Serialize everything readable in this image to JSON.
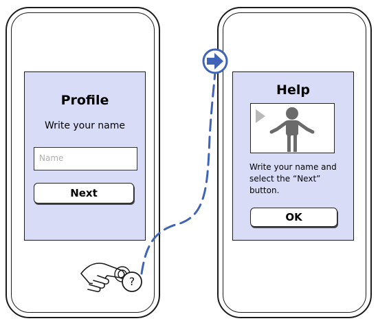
{
  "left_screen": {
    "title": "Profile",
    "subtitle": "Write your name",
    "name_placeholder": "Name",
    "next_button": "Next"
  },
  "right_screen": {
    "title": "Help",
    "help_text_line1": "Write your name and",
    "help_text_line2": "select the “Next”",
    "help_text_line3": "button.",
    "ok_button": "OK"
  },
  "help_button_glyph": "?",
  "icons": {
    "play": "play-icon",
    "person": "person-shrug-icon",
    "arrow": "arrow-right-circle-icon",
    "hand": "hand-tap-icon",
    "help": "help-circle-icon"
  },
  "colors": {
    "screen_bg": "#d8dcf7",
    "accent_blue": "#3f63b8",
    "figure_gray": "#6a6a6a"
  }
}
